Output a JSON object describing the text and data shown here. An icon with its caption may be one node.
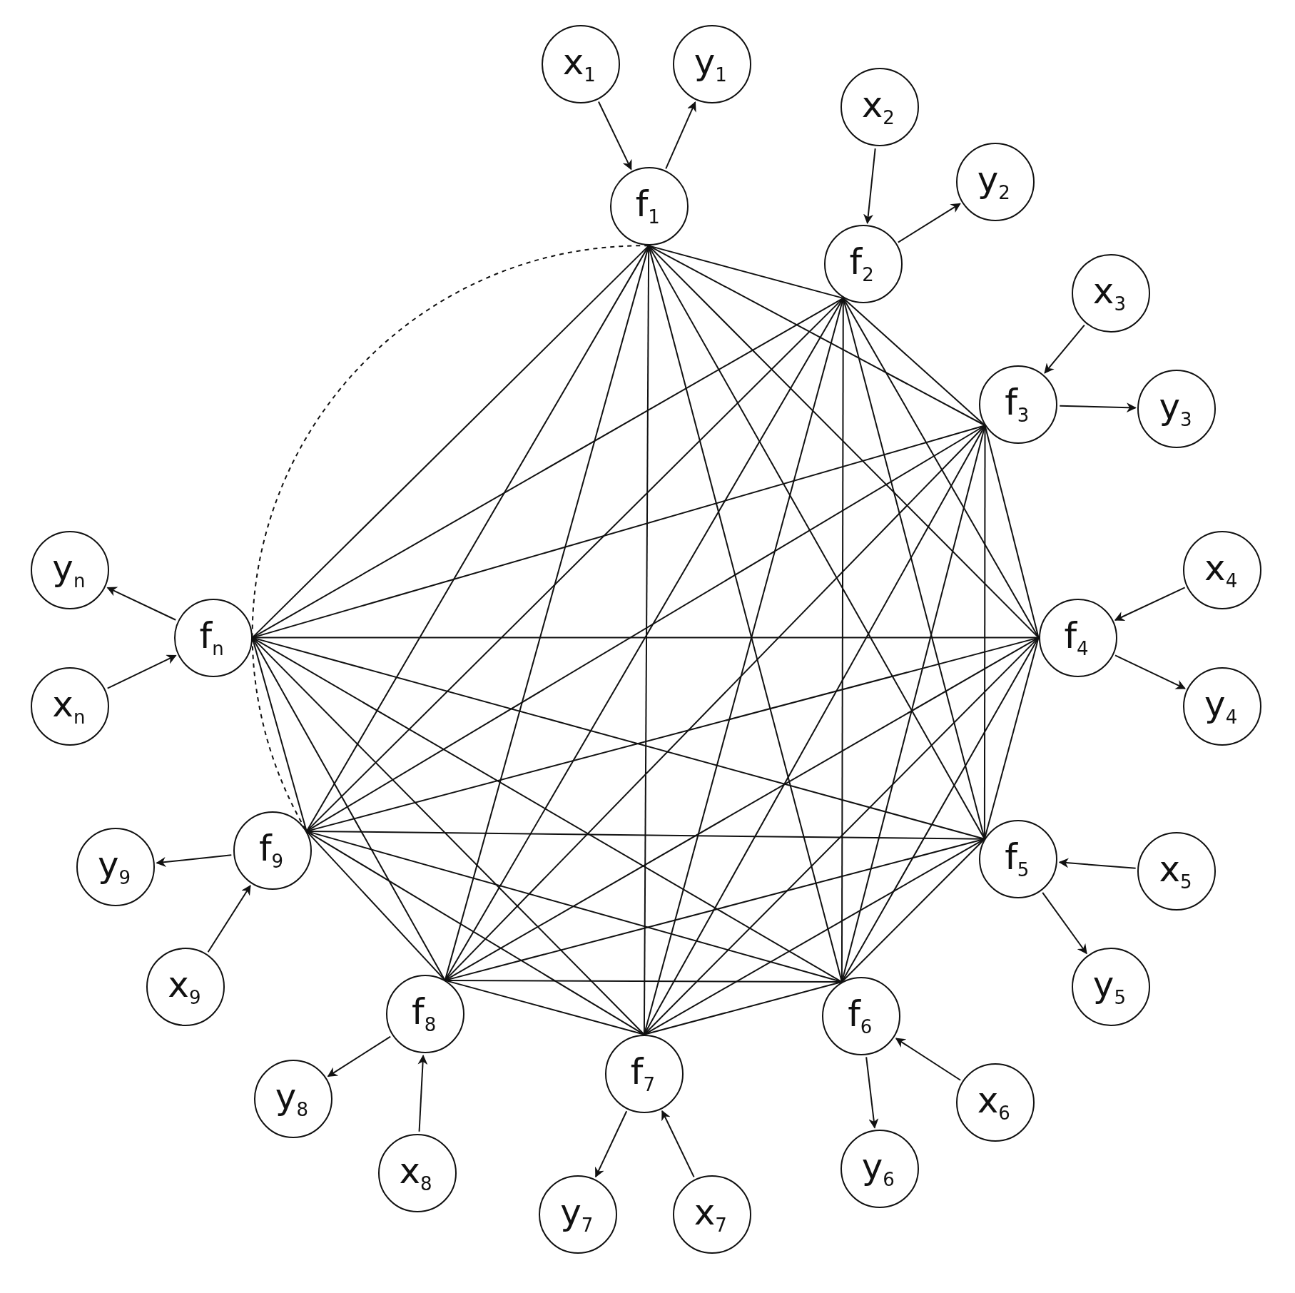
{
  "diagram": {
    "nodes": [
      {
        "text": [
          "f$_{1}$"
        ]
      },
      {
        "text": [
          "f$_{2}$"
        ]
      },
      {
        "text": [
          "f$_{3}$"
        ]
      },
      {
        "text": [
          "f$_{4}$"
        ]
      },
      {
        "text": [
          "f$_{5}$"
        ]
      },
      {
        "text": [
          "f$_{6}$"
        ]
      },
      {
        "text": [
          "f$_{7}$"
        ]
      },
      {
        "text": [
          "f$_{8}$"
        ]
      },
      {
        "text": [
          "f$_{9}$"
        ]
      },
      {
        "text": [
          "f$_{n}$"
        ]
      },
      {
        "text": [
          "x$_{1}$"
        ]
      },
      {
        "text": [
          "y$_{1}$"
        ]
      },
      {
        "text": [
          "x$_{2}$"
        ]
      },
      {
        "text": [
          "y$_{2}$"
        ]
      },
      {
        "text": [
          "x$_{3}$"
        ]
      },
      {
        "text": [
          "y$_{3}$"
        ]
      },
      {
        "text": [
          "x$_{4}$"
        ]
      },
      {
        "text": [
          "y$_{4}$"
        ]
      },
      {
        "text": [
          "x$_{5}$"
        ]
      },
      {
        "text": [
          "y$_{5}$"
        ]
      },
      {
        "text": [
          "x$_{6}$"
        ]
      },
      {
        "text": [
          "y$_{6}$"
        ]
      },
      {
        "text": [
          "x$_{7}$"
        ]
      },
      {
        "text": [
          "y$_{7}$"
        ]
      },
      {
        "text": [
          "x$_{8}$"
        ]
      },
      {
        "text": [
          "y$_{8}$"
        ]
      },
      {
        "text": [
          "x$_{9}$"
        ]
      },
      {
        "text": [
          "y$_{9}$"
        ]
      },
      {
        "text": [
          "x$_{n}$"
        ]
      },
      {
        "text": [
          "y$_{n}$"
        ]
      }
    ],
    "edges": [
      {
        "from": 10,
        "to": 0,
        "arrow": "to"
      },
      {
        "from": 0,
        "to": 11,
        "arrow": "to"
      },
      {
        "from": 12,
        "to": 1,
        "arrow": "to"
      },
      {
        "from": 1,
        "to": 13,
        "arrow": "to"
      },
      {
        "from": 14,
        "to": 2,
        "arrow": "to"
      },
      {
        "from": 2,
        "to": 15,
        "arrow": "to"
      },
      {
        "from": 16,
        "to": 3,
        "arrow": "to"
      },
      {
        "from": 3,
        "to": 17,
        "arrow": "to"
      },
      {
        "from": 18,
        "to": 4,
        "arrow": "to"
      },
      {
        "from": 4,
        "to": 19,
        "arrow": "to"
      },
      {
        "from": 20,
        "to": 5,
        "arrow": "to"
      },
      {
        "from": 5,
        "to": 21,
        "arrow": "to"
      },
      {
        "from": 22,
        "to": 6,
        "arrow": "to"
      },
      {
        "from": 6,
        "to": 23,
        "arrow": "to"
      },
      {
        "from": 24,
        "to": 7,
        "arrow": "to"
      },
      {
        "from": 7,
        "to": 25,
        "arrow": "to"
      },
      {
        "from": 26,
        "to": 8,
        "arrow": "to"
      },
      {
        "from": 8,
        "to": 27,
        "arrow": "to"
      },
      {
        "from": 28,
        "to": 9,
        "arrow": "to"
      },
      {
        "from": 9,
        "to": 29,
        "arrow": "to"
      },
      {
        "from": 0,
        "to": 1,
        "arrow": "none"
      },
      {
        "from": 0,
        "to": 2,
        "arrow": "none"
      },
      {
        "from": 0,
        "to": 3,
        "arrow": "none"
      },
      {
        "from": 0,
        "to": 4,
        "arrow": "none"
      },
      {
        "from": 0,
        "to": 5,
        "arrow": "none"
      },
      {
        "from": 0,
        "to": 6,
        "arrow": "none"
      },
      {
        "from": 0,
        "to": 7,
        "arrow": "none"
      },
      {
        "from": 0,
        "to": 8,
        "arrow": "none"
      },
      {
        "from": 0,
        "to": 9,
        "arrow": "none"
      },
      {
        "from": 1,
        "to": 2,
        "arrow": "none"
      },
      {
        "from": 1,
        "to": 3,
        "arrow": "none"
      },
      {
        "from": 1,
        "to": 4,
        "arrow": "none"
      },
      {
        "from": 1,
        "to": 5,
        "arrow": "none"
      },
      {
        "from": 1,
        "to": 6,
        "arrow": "none"
      },
      {
        "from": 1,
        "to": 7,
        "arrow": "none"
      },
      {
        "from": 1,
        "to": 8,
        "arrow": "none"
      },
      {
        "from": 1,
        "to": 9,
        "arrow": "none"
      },
      {
        "from": 2,
        "to": 3,
        "arrow": "none"
      },
      {
        "from": 2,
        "to": 4,
        "arrow": "none"
      },
      {
        "from": 2,
        "to": 5,
        "arrow": "none"
      },
      {
        "from": 2,
        "to": 6,
        "arrow": "none"
      },
      {
        "from": 2,
        "to": 7,
        "arrow": "none"
      },
      {
        "from": 2,
        "to": 8,
        "arrow": "none"
      },
      {
        "from": 2,
        "to": 9,
        "arrow": "none"
      },
      {
        "from": 3,
        "to": 4,
        "arrow": "none"
      },
      {
        "from": 3,
        "to": 5,
        "arrow": "none"
      },
      {
        "from": 3,
        "to": 6,
        "arrow": "none"
      },
      {
        "from": 3,
        "to": 7,
        "arrow": "none"
      },
      {
        "from": 3,
        "to": 8,
        "arrow": "none"
      },
      {
        "from": 3,
        "to": 9,
        "arrow": "none"
      },
      {
        "from": 4,
        "to": 5,
        "arrow": "none"
      },
      {
        "from": 4,
        "to": 6,
        "arrow": "none"
      },
      {
        "from": 4,
        "to": 7,
        "arrow": "none"
      },
      {
        "from": 4,
        "to": 8,
        "arrow": "none"
      },
      {
        "from": 4,
        "to": 9,
        "arrow": "none"
      },
      {
        "from": 5,
        "to": 6,
        "arrow": "none"
      },
      {
        "from": 5,
        "to": 7,
        "arrow": "none"
      },
      {
        "from": 5,
        "to": 8,
        "arrow": "none"
      },
      {
        "from": 5,
        "to": 9,
        "arrow": "none"
      },
      {
        "from": 6,
        "to": 7,
        "arrow": "none"
      },
      {
        "from": 6,
        "to": 8,
        "arrow": "none"
      },
      {
        "from": 6,
        "to": 9,
        "arrow": "none"
      },
      {
        "from": 7,
        "to": 8,
        "arrow": "none"
      },
      {
        "from": 7,
        "to": 9,
        "arrow": "none"
      },
      {
        "from": 8,
        "to": 9,
        "arrow": "none"
      },
      {
        "from": 0,
        "to": 9,
        "arrow": "none",
        "style": "dashed"
      },
      {
        "from": 9,
        "to": 8,
        "arrow": "none",
        "style": "dashed"
      }
    ]
  }
}
